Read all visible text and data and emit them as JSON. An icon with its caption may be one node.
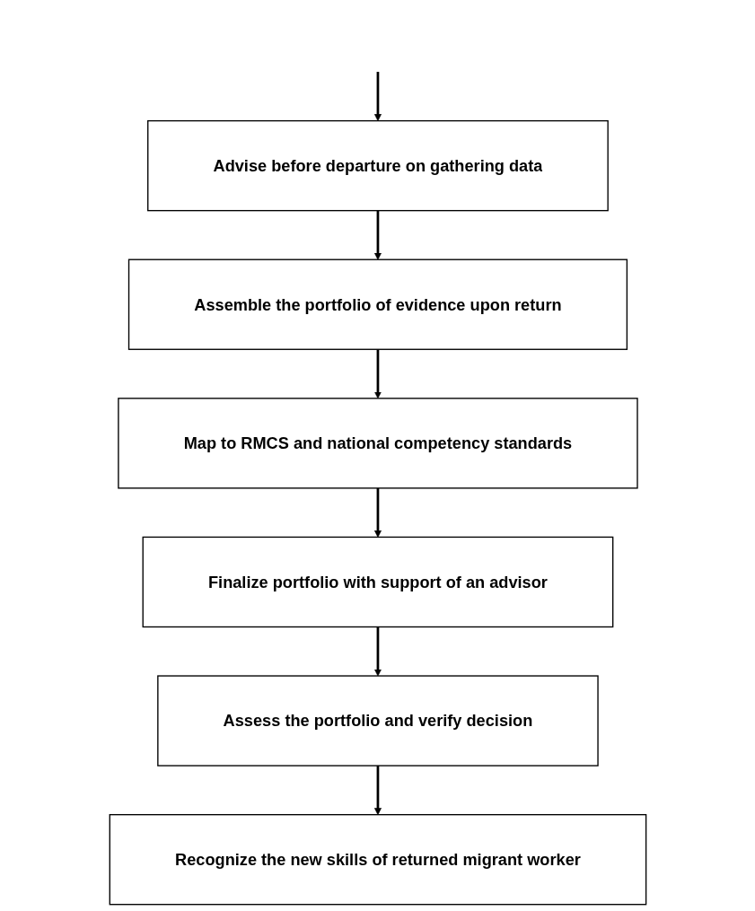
{
  "diagram": {
    "nodes": [
      {
        "text": [
          "Advise before departure on gathering data"
        ]
      },
      {
        "text": [
          "Assemble the portfolio of evidence upon return"
        ]
      },
      {
        "text": [
          "Map to RMCS and national competency standards"
        ]
      },
      {
        "text": [
          "Finalize portfolio with support of an advisor"
        ]
      },
      {
        "text": [
          "Assess the portfolio and verify decision"
        ]
      },
      {
        "text": [
          "Recognize the new skills of returned migrant worker"
        ]
      }
    ],
    "edges": [
      {
        "from": null,
        "to": 0,
        "arrow": "to"
      },
      {
        "from": 0,
        "to": 1,
        "arrow": "to"
      },
      {
        "from": 1,
        "to": 2,
        "arrow": "to"
      },
      {
        "from": 2,
        "to": 3,
        "arrow": "to"
      },
      {
        "from": 3,
        "to": 4,
        "arrow": "to"
      },
      {
        "from": 4,
        "to": 5,
        "arrow": "to"
      }
    ]
  }
}
